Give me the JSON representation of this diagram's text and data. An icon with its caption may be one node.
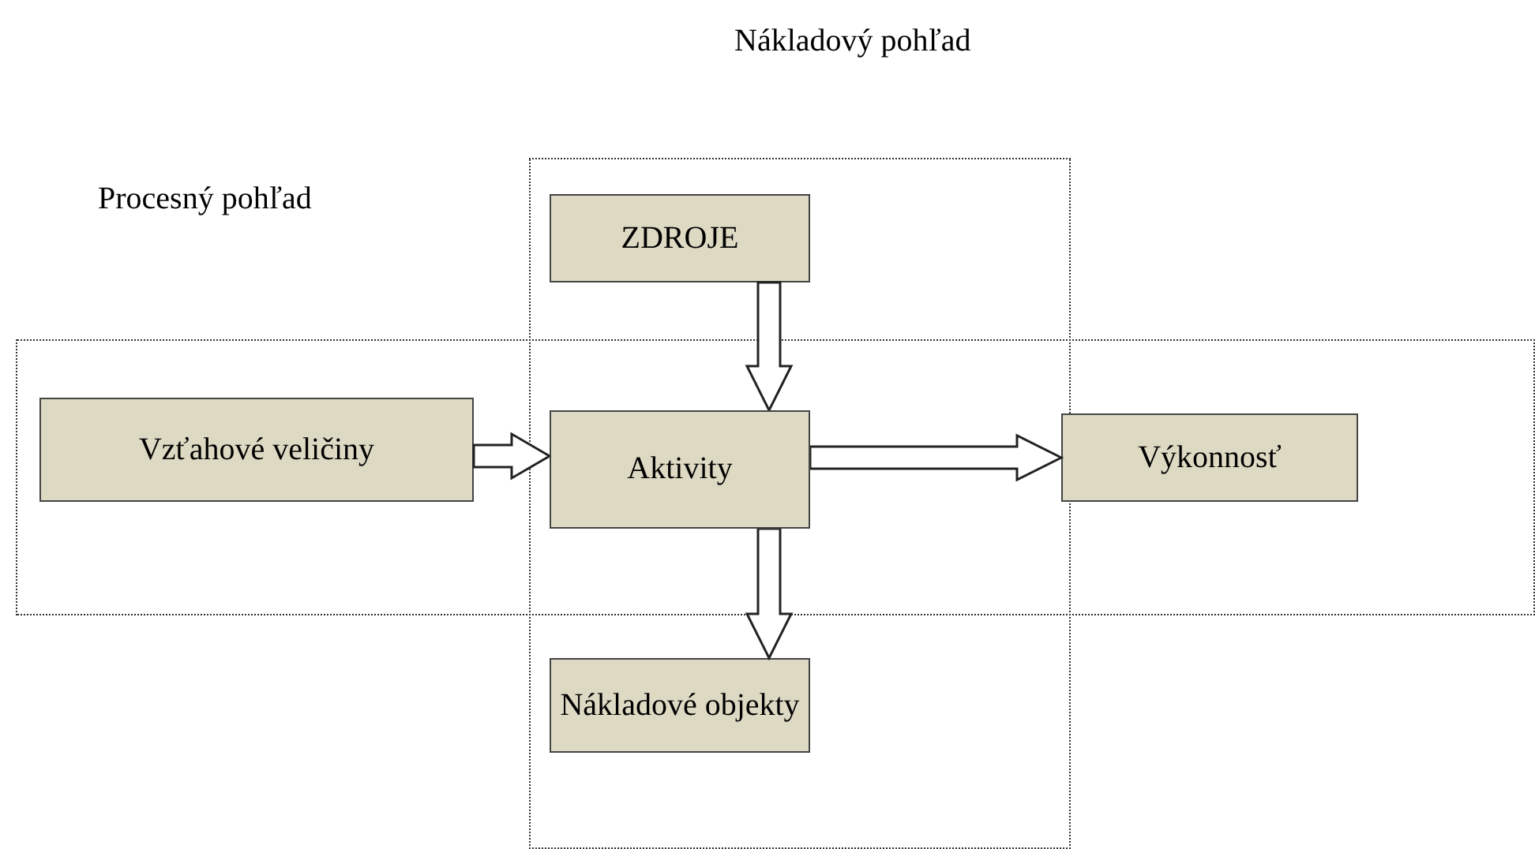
{
  "diagram": {
    "nodes": [
      {
        "text": [
          "Nákladový pohľad"
        ]
      },
      {
        "text": [
          "Procesný pohľad"
        ]
      },
      {
        "text": [
          "ZDROJE"
        ],
        "in": 0
      },
      {
        "text": [
          "Vzťahové veličiny"
        ],
        "in": 1
      },
      {
        "text": [
          "Aktivity"
        ]
      },
      {
        "text": [
          "Výkonnosť"
        ],
        "in": 1
      },
      {
        "text": [
          "Nákladové objekty"
        ],
        "in": 0
      }
    ],
    "edges": [
      {
        "from": 2,
        "to": 4,
        "arrow": "to"
      },
      {
        "from": 3,
        "to": 4,
        "arrow": "to"
      },
      {
        "from": 4,
        "to": 5,
        "arrow": "to"
      },
      {
        "from": 4,
        "to": 6,
        "arrow": "to"
      }
    ]
  }
}
